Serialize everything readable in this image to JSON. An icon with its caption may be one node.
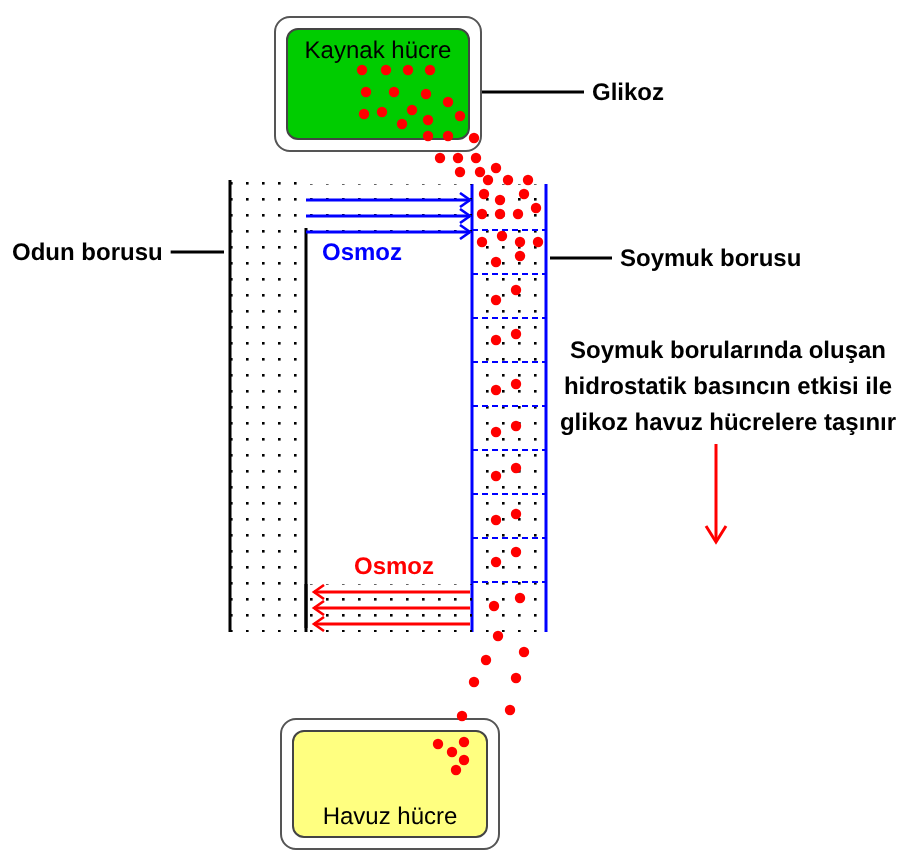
{
  "diagram": {
    "nodes": [
      {
        "text": [
          "Kaynak hücre"
        ]
      },
      {
        "text": [
          "Glikoz"
        ]
      },
      {
        "text": [
          "Odun borusu"
        ]
      },
      {
        "text": [],
        "shape": "box"
      },
      {
        "text": [],
        "shape": "box"
      },
      {
        "text": [
          "Soymuk borusu"
        ]
      },
      {
        "text": [
          "Havuz hücre"
        ]
      }
    ],
    "edges": [
      {
        "from": 1,
        "to": 0,
        "arrow": "none"
      },
      {
        "from": 2,
        "to": 3,
        "arrow": "none"
      },
      {
        "from": 5,
        "to": 4,
        "arrow": "none"
      },
      {
        "from": 3,
        "to": 4,
        "arrow": "to",
        "color": "#0000ff"
      },
      {
        "from": 3,
        "to": 4,
        "arrow": "to",
        "color": "#0000ff"
      },
      {
        "from": 3,
        "to": 4,
        "arrow": "to",
        "color": "#0000ff",
        "label": "Osmoz"
      },
      {
        "from": 4,
        "to": 3,
        "arrow": "to",
        "color": "#ff0000",
        "label": "Osmoz"
      },
      {
        "from": 4,
        "to": 3,
        "arrow": "to",
        "color": "#ff0000"
      },
      {
        "from": 4,
        "to": 3,
        "arrow": "to",
        "color": "#ff0000"
      }
    ],
    "labels": [
      "Soymuk borularında oluşan **hidrostatik basıncın** etkisi ile glikoz havuz hücrelere taşınır"
    ]
  }
}
